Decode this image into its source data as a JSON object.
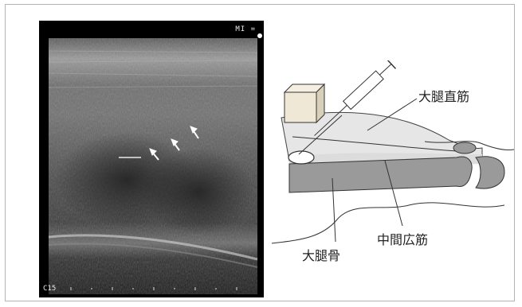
{
  "ultrasound": {
    "mi_label": "MI =",
    "depth_label": "C15"
  },
  "diagram": {
    "labels": {
      "rectus_femoris": "大腿直筋",
      "vastus_intermedius": "中間広筋",
      "femur": "大腿骨"
    }
  },
  "colors": {
    "muscle_fill": "#e8e8e8",
    "bone_fill": "#9a9a9a",
    "probe_fill": "#efe8d6"
  }
}
